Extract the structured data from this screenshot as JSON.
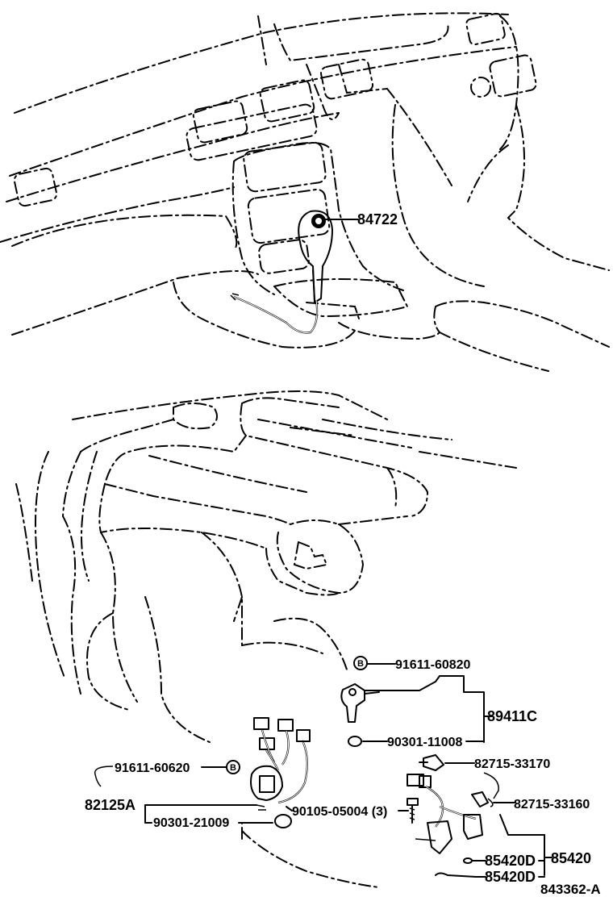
{
  "labels": {
    "p84722": "84722",
    "p91611_60820": "91611-60820",
    "p89411C": "89411C",
    "p90301_11008": "90301-11008",
    "p82715_33170": "82715-33170",
    "p82715_33160": "82715-33160",
    "p91611_60620": "91611-60620",
    "p82125A": "82125A",
    "p90301_21009": "90301-21009",
    "p90105_05004": "90105-05004 (3)",
    "p85420D_a": "85420D",
    "p85420D_b": "85420D",
    "p85420": "85420",
    "figure_number": "843362-A",
    "marker_b": "B"
  }
}
